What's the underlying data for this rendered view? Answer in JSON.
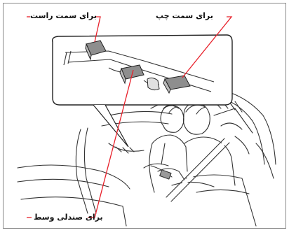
{
  "labels": {
    "right_side": "برای سمت راست",
    "left_side": "برای سمت چپ",
    "center_seat": "برای صندلی وسط"
  },
  "colors": {
    "callout_line": "#e8202a",
    "frame_border": "#8a8a8a",
    "line_art": "#333333",
    "buckle_fill": "#9a9a9a"
  },
  "icons": [
    "seat-belt-buckle-icon",
    "seat-belt-tongue-icon"
  ]
}
